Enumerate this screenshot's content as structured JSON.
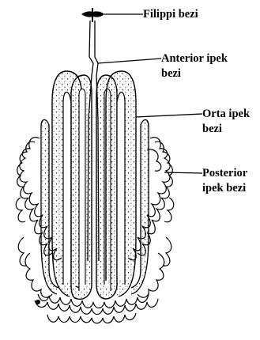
{
  "labels": {
    "filippi": "Filippi bezi",
    "anterior_line1": "Anterior ipek",
    "anterior_line2": "bezi",
    "orta_line1": "Orta ipek",
    "orta_line2": "bezi",
    "posterior_line1": "Posterior",
    "posterior_line2": "ipek bezi"
  },
  "colors": {
    "ink": "#000000",
    "background": "#ffffff"
  }
}
